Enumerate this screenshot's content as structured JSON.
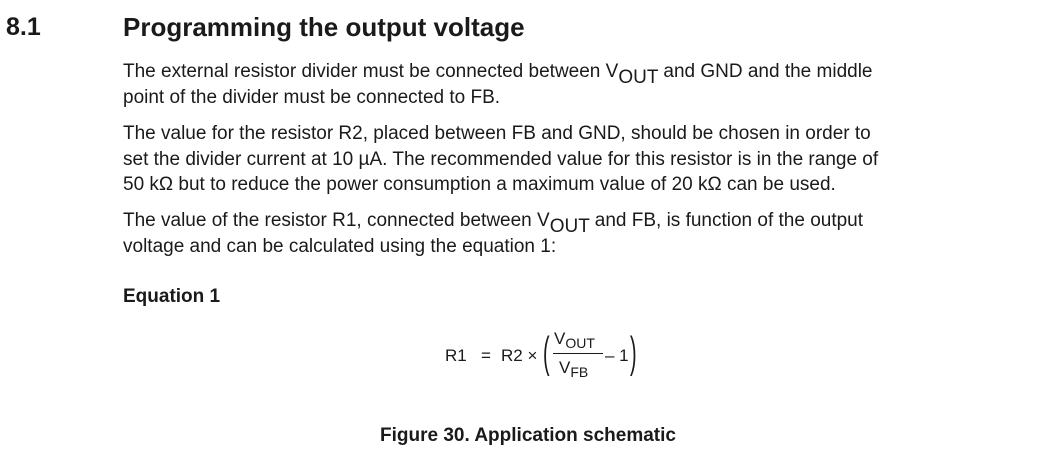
{
  "section": {
    "number": "8.1",
    "title": "Programming the output voltage"
  },
  "paragraphs": {
    "p1": {
      "l1_a": "The external resistor divider must be connected between V",
      "l1_sub": "OUT",
      "l1_b": " and GND and the middle",
      "l2": "point of the divider must be connected to FB."
    },
    "p2": {
      "l1": "The value for the resistor R2, placed between FB and GND, should be chosen in order to",
      "l2": "set the divider current at 10 µA. The recommended value for this resistor is in the range of",
      "l3": "50 kΩ but to reduce the power consumption a maximum value of 20 kΩ can be used."
    },
    "p3": {
      "l1_a": "The value of the resistor R1, connected between V",
      "l1_sub": "OUT",
      "l1_b": " and FB, is function of the output",
      "l2": "voltage and can be calculated using the equation 1:"
    }
  },
  "equation": {
    "heading": "Equation 1",
    "lhs": "R1",
    "equals": "=",
    "factor": "R2 ×",
    "open_paren": "(",
    "num_base": "V",
    "num_sub": "OUT",
    "den_base": "V",
    "den_sub": "FB",
    "minus_one": "– 1",
    "close_paren": ")"
  },
  "figure": {
    "caption": "Figure 30. Application schematic"
  }
}
